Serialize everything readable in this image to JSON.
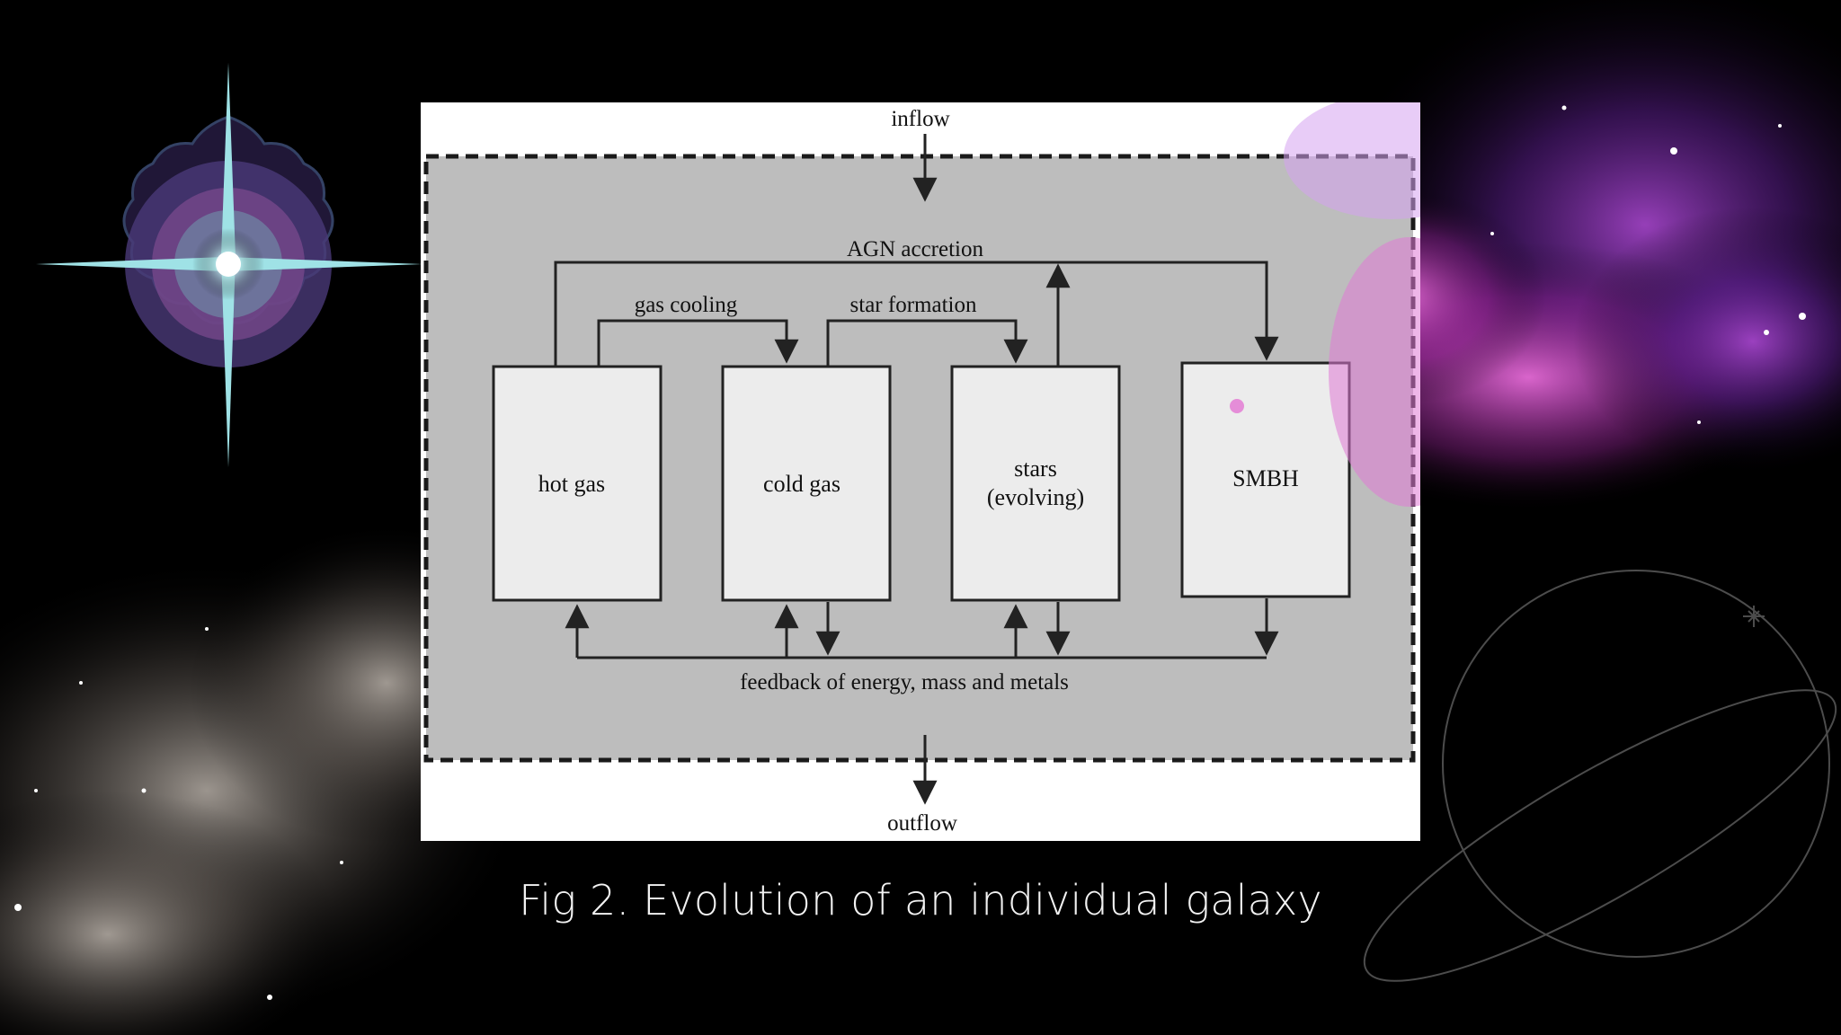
{
  "diagram": {
    "inflow_label": "inflow",
    "outflow_label": "outflow",
    "agn_label": "AGN accretion",
    "cooling_label": "gas cooling",
    "starformation_label": "star formation",
    "feedback_label": "feedback of energy, mass and metals",
    "boxes": {
      "hot_gas": "hot gas",
      "cold_gas": "cold gas",
      "stars_line1": "stars",
      "stars_line2": "(evolving)",
      "smbh": "SMBH"
    }
  },
  "caption": "Fig 2. Evolution of an individual galaxy",
  "colors": {
    "slide_background": "#000000",
    "diagram_panel": "#bdbdbd",
    "box_fill": "#ececec",
    "caption_text": "#f2f2f2",
    "nebula_purple": "#a23bd6",
    "nebula_pink": "#e040c8",
    "star_glow": "#7fd6d6"
  },
  "decorations": [
    "sparkle-star-icon",
    "purple-nebula",
    "grey-nebula",
    "ringed-planet-outline-icon"
  ]
}
